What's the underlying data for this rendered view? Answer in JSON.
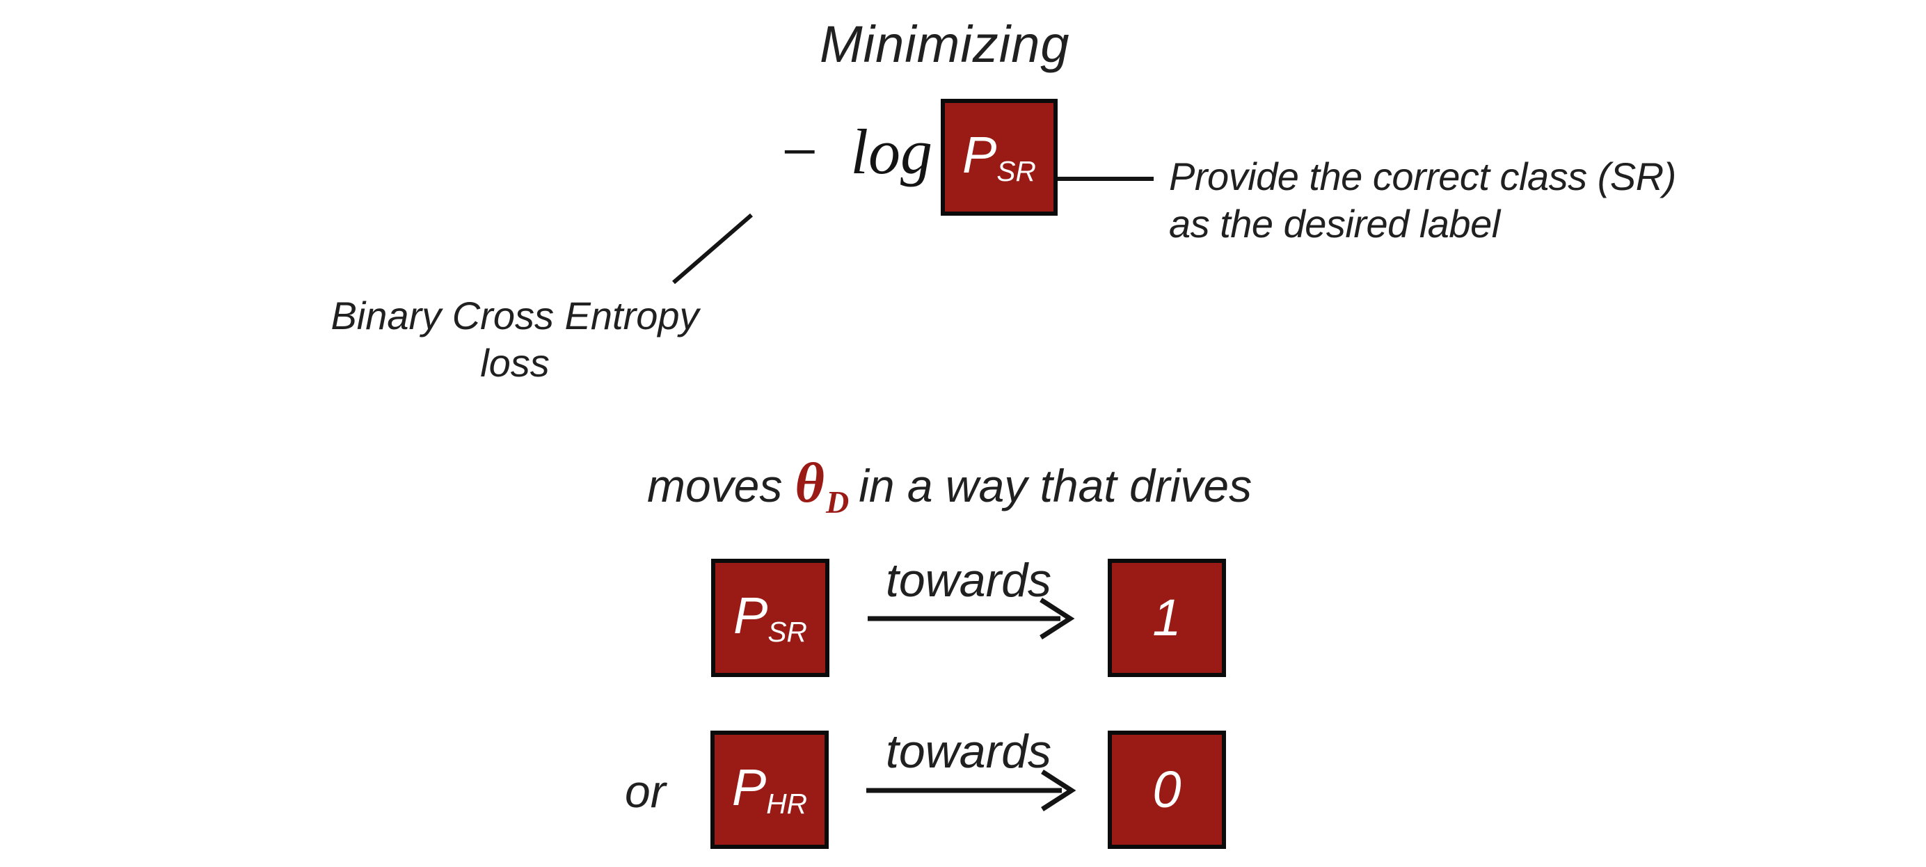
{
  "slide": {
    "title": "Minimizing",
    "formula": {
      "operator": "− log",
      "box": {
        "base": "P",
        "subscript": "SR"
      }
    },
    "callouts": {
      "annotation": {
        "line1": "Provide the correct class (SR)",
        "line2": "as the desired label"
      },
      "bce": {
        "line1": "Binary Cross Entropy",
        "line2": "loss"
      }
    },
    "drive": {
      "prefix": "moves",
      "theta": "θ",
      "theta_subscript": "D",
      "suffix": "in a way that drives",
      "rows": [
        {
          "or_label": "",
          "source": {
            "base": "P",
            "subscript": "SR"
          },
          "arrow_label": "towards",
          "target": "1"
        },
        {
          "or_label": "or",
          "source": {
            "base": "P",
            "subscript": "HR"
          },
          "arrow_label": "towards",
          "target": "0"
        }
      ]
    },
    "colors": {
      "box_fill": "#9a1b15",
      "box_border": "#0b0b0b",
      "text": "#202020",
      "accent_theta": "#9a1b15",
      "box_text": "#ffffff"
    }
  }
}
